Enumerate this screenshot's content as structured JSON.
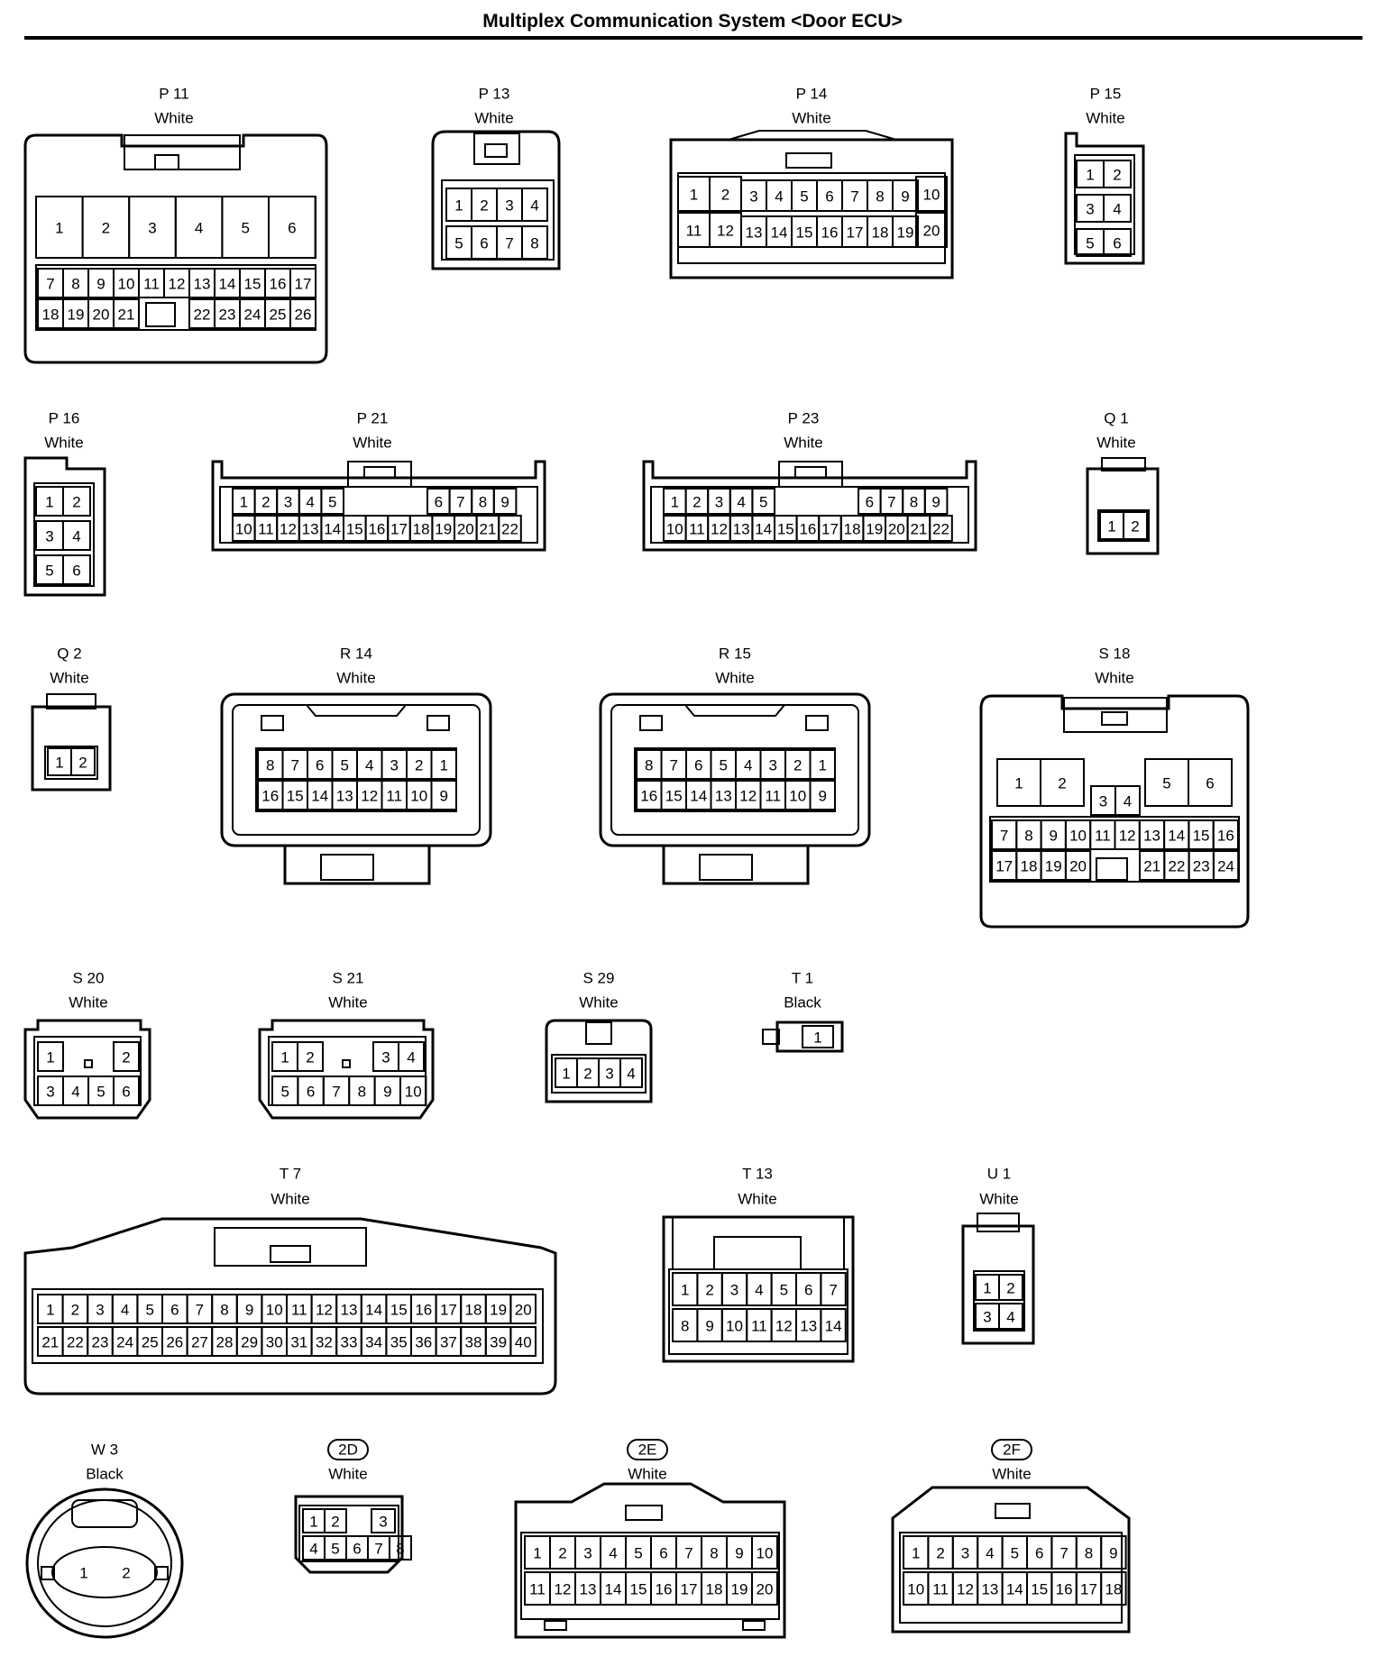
{
  "title": "Multiplex Communication System <Door ECU>",
  "connectors": [
    {
      "id": "P 11",
      "color": "White",
      "shape": "large-2tier"
    },
    {
      "id": "P 13",
      "color": "White",
      "shape": "small"
    },
    {
      "id": "P 14",
      "color": "White",
      "shape": "wide"
    },
    {
      "id": "P 15",
      "color": "White",
      "shape": "narrow"
    },
    {
      "id": "P 16",
      "color": "White",
      "shape": "narrow"
    },
    {
      "id": "P 21",
      "color": "White",
      "shape": "long-latch"
    },
    {
      "id": "P 23",
      "color": "White",
      "shape": "long-latch"
    },
    {
      "id": "Q 1",
      "color": "White",
      "shape": "tiny"
    },
    {
      "id": "Q 2",
      "color": "White",
      "shape": "tiny"
    },
    {
      "id": "R 14",
      "color": "White",
      "shape": "housing"
    },
    {
      "id": "R 15",
      "color": "White",
      "shape": "housing"
    },
    {
      "id": "S 18",
      "color": "White",
      "shape": "large-2tier"
    },
    {
      "id": "S 20",
      "color": "White",
      "shape": "small"
    },
    {
      "id": "S 21",
      "color": "White",
      "shape": "small"
    },
    {
      "id": "S 29",
      "color": "White",
      "shape": "small"
    },
    {
      "id": "T 1",
      "color": "Black",
      "shape": "single"
    },
    {
      "id": "T 7",
      "color": "White",
      "shape": "extra-long"
    },
    {
      "id": "T 13",
      "color": "White",
      "shape": "wide"
    },
    {
      "id": "U 1",
      "color": "White",
      "shape": "narrow"
    },
    {
      "id": "W 3",
      "color": "Black",
      "shape": "round"
    },
    {
      "id": "2D",
      "color": "White",
      "shape": "small",
      "ovalLabel": true
    },
    {
      "id": "2E",
      "color": "White",
      "shape": "wide",
      "ovalLabel": true
    },
    {
      "id": "2F",
      "color": "White",
      "shape": "wide",
      "ovalLabel": true
    }
  ]
}
